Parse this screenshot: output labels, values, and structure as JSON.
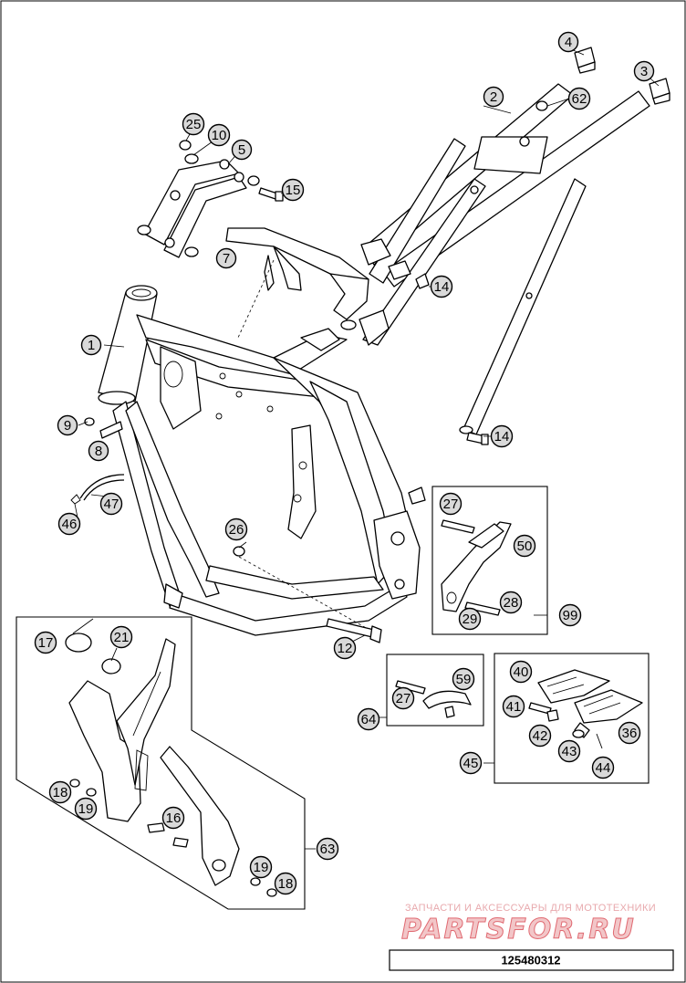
{
  "diagram": {
    "reference_number": "125480312",
    "watermark": {
      "subtitle": "ЗАПЧАСТИ И АКСЕССУАРЫ ДЛЯ МОТОТЕХНИКИ",
      "logo": "PARTSFOR.RU"
    },
    "callouts": [
      {
        "id": "c4",
        "label": "4"
      },
      {
        "id": "c3",
        "label": "3"
      },
      {
        "id": "c2",
        "label": "2"
      },
      {
        "id": "c62",
        "label": "62"
      },
      {
        "id": "c25",
        "label": "25"
      },
      {
        "id": "c10",
        "label": "10"
      },
      {
        "id": "c5",
        "label": "5"
      },
      {
        "id": "c15",
        "label": "15"
      },
      {
        "id": "c7",
        "label": "7"
      },
      {
        "id": "c14a",
        "label": "14"
      },
      {
        "id": "c1",
        "label": "1"
      },
      {
        "id": "c9",
        "label": "9"
      },
      {
        "id": "c8",
        "label": "8"
      },
      {
        "id": "c14b",
        "label": "14"
      },
      {
        "id": "c47",
        "label": "47"
      },
      {
        "id": "c46",
        "label": "46"
      },
      {
        "id": "c27a",
        "label": "27"
      },
      {
        "id": "c50",
        "label": "50"
      },
      {
        "id": "c26",
        "label": "26"
      },
      {
        "id": "c28",
        "label": "28"
      },
      {
        "id": "c29",
        "label": "29"
      },
      {
        "id": "c99",
        "label": "99"
      },
      {
        "id": "c12",
        "label": "12"
      },
      {
        "id": "c17",
        "label": "17"
      },
      {
        "id": "c21",
        "label": "21"
      },
      {
        "id": "c59",
        "label": "59"
      },
      {
        "id": "c27b",
        "label": "27"
      },
      {
        "id": "c64",
        "label": "64"
      },
      {
        "id": "c40",
        "label": "40"
      },
      {
        "id": "c41",
        "label": "41"
      },
      {
        "id": "c42",
        "label": "42"
      },
      {
        "id": "c43",
        "label": "43"
      },
      {
        "id": "c36",
        "label": "36"
      },
      {
        "id": "c44",
        "label": "44"
      },
      {
        "id": "c45",
        "label": "45"
      },
      {
        "id": "c18a",
        "label": "18"
      },
      {
        "id": "c19a",
        "label": "19"
      },
      {
        "id": "c16",
        "label": "16"
      },
      {
        "id": "c63",
        "label": "63"
      },
      {
        "id": "c19b",
        "label": "19"
      },
      {
        "id": "c18b",
        "label": "18"
      }
    ]
  }
}
